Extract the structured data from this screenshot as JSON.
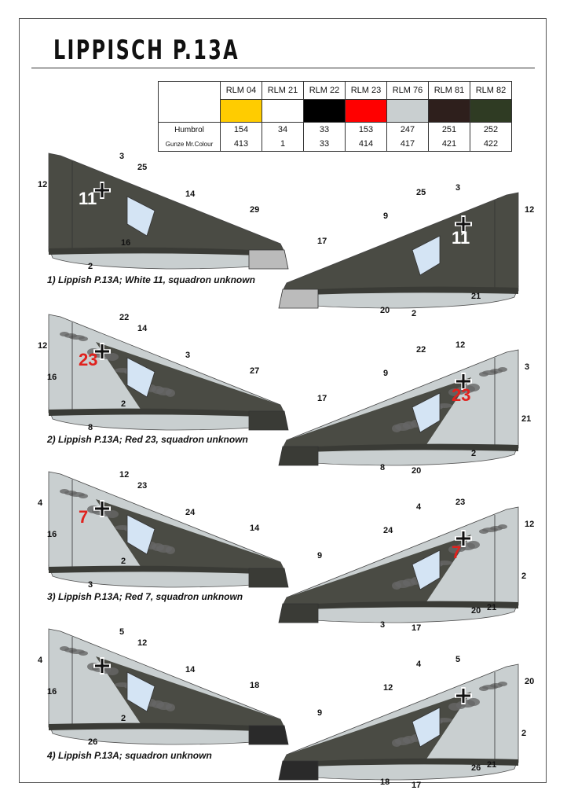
{
  "title": "LIPPISCH P.13A",
  "colors": {
    "row_labels": [
      "Humbrol",
      "Gunze Mr.Colour"
    ],
    "items": [
      {
        "name": "RLM 04",
        "hex": "#ffcc00",
        "humbrol": "154",
        "gunze": "413"
      },
      {
        "name": "RLM 21",
        "hex": "#ffffff",
        "humbrol": "34",
        "gunze": "1"
      },
      {
        "name": "RLM 22",
        "hex": "#000000",
        "humbrol": "33",
        "gunze": "33"
      },
      {
        "name": "RLM 23",
        "hex": "#ff0000",
        "humbrol": "153",
        "gunze": "414"
      },
      {
        "name": "RLM 76",
        "hex": "#c9cfd0",
        "humbrol": "247",
        "gunze": "417"
      },
      {
        "name": "RLM 81",
        "hex": "#2e1f1c",
        "humbrol": "251",
        "gunze": "421"
      },
      {
        "name": "RLM 82",
        "hex": "#2f3b23",
        "humbrol": "252",
        "gunze": "422"
      }
    ]
  },
  "profiles": [
    {
      "caption": "1) Lippish P.13A; White 11, squadron unknown",
      "code": "11",
      "callouts_left": [
        "12",
        "3",
        "25",
        "14",
        "29",
        "2",
        "16"
      ],
      "callouts_right": [
        "25",
        "3",
        "12",
        "9",
        "17",
        "20",
        "2",
        "21"
      ]
    },
    {
      "caption": "2) Lippish P.13A; Red 23, squadron unknown",
      "code": "23",
      "callouts_left": [
        "12",
        "22",
        "14",
        "3",
        "27",
        "8",
        "2",
        "16"
      ],
      "callouts_right": [
        "22",
        "12",
        "3",
        "9",
        "17",
        "8",
        "20",
        "2",
        "21"
      ]
    },
    {
      "caption": "3) Lippish P.13A; Red 7, squadron unknown",
      "code": "7",
      "callouts_left": [
        "4",
        "12",
        "23",
        "24",
        "14",
        "3",
        "2",
        "16"
      ],
      "callouts_right": [
        "4",
        "23",
        "12",
        "24",
        "9",
        "3",
        "17",
        "20",
        "2",
        "21"
      ]
    },
    {
      "caption": "4) Lippish P.13A; squadron unknown",
      "code": "",
      "callouts_left": [
        "4",
        "5",
        "12",
        "14",
        "18",
        "26",
        "2",
        "16"
      ],
      "callouts_right": [
        "4",
        "5",
        "20",
        "12",
        "9",
        "18",
        "17",
        "26",
        "2",
        "21"
      ]
    }
  ]
}
